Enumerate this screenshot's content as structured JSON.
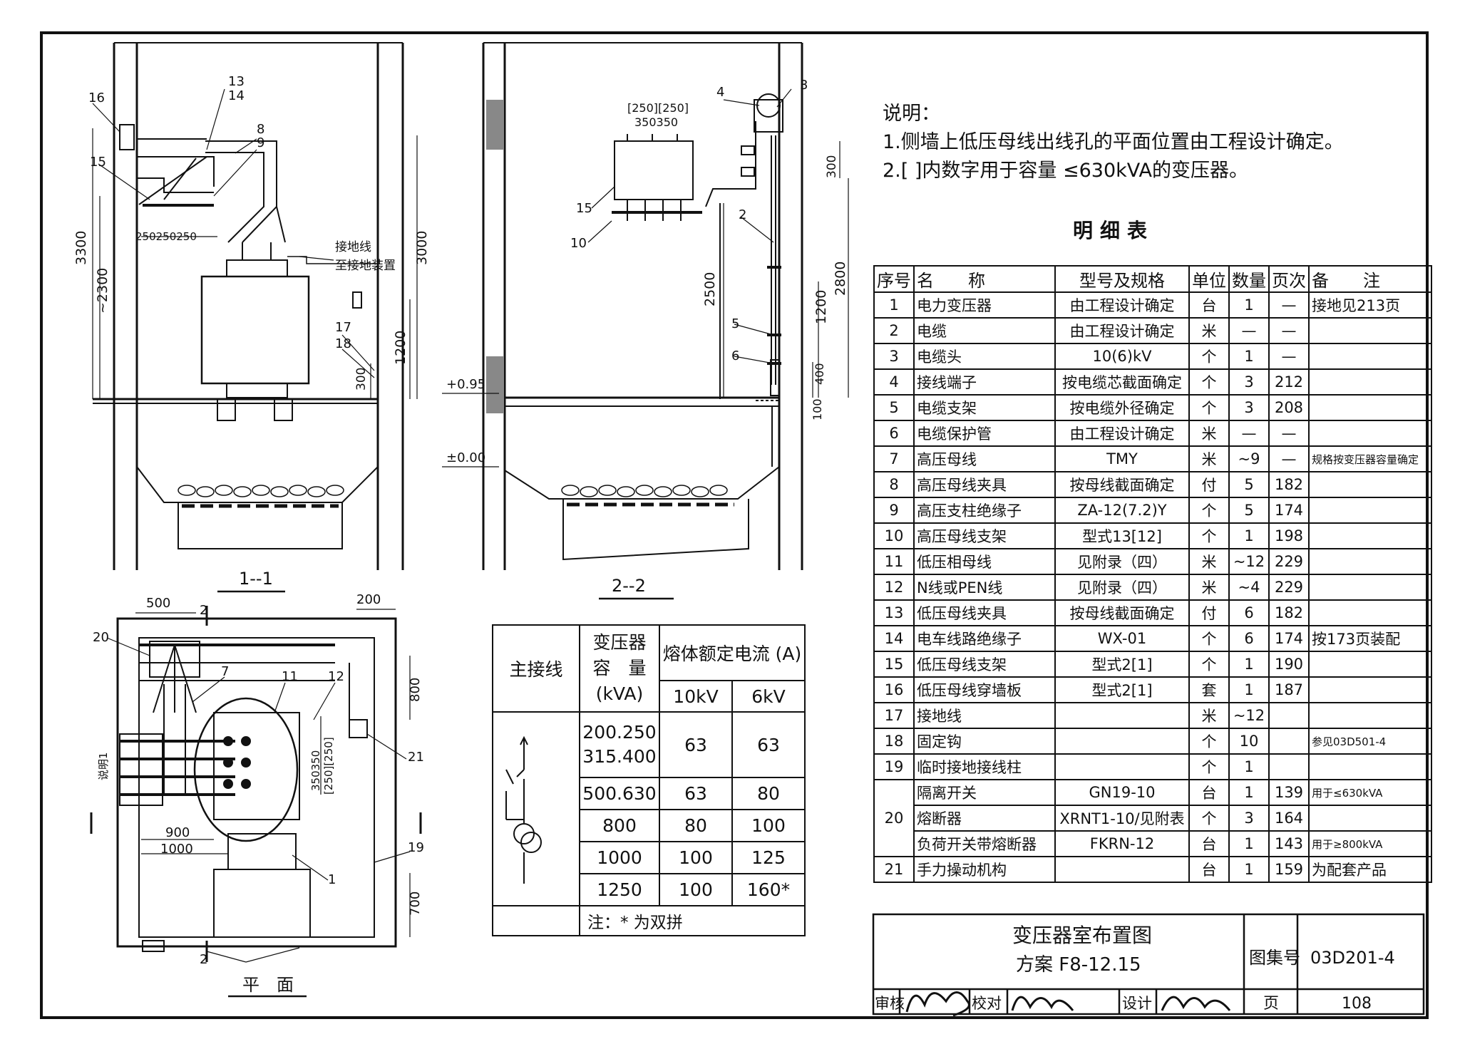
{
  "notes": {
    "heading": "说明：",
    "line1": "1.侧墙上低压母线出线孔的平面位置由工程设计确定。",
    "line2": "2.[ ]内数字用于容量 ≤630kVA的变压器。"
  },
  "bom": {
    "title": "明细表",
    "headers": [
      "序号",
      "名　　称",
      "型号及规格",
      "单位",
      "数量",
      "页次",
      "备　　注"
    ],
    "rows": [
      {
        "no": "1",
        "name": "电力变压器",
        "spec": "由工程设计确定",
        "unit": "台",
        "qty": "1",
        "page": "—",
        "note": "接地见213页"
      },
      {
        "no": "2",
        "name": "电缆",
        "spec": "由工程设计确定",
        "unit": "米",
        "qty": "—",
        "page": "—",
        "note": ""
      },
      {
        "no": "3",
        "name": "电缆头",
        "spec": "10(6)kV",
        "unit": "个",
        "qty": "1",
        "page": "—",
        "note": ""
      },
      {
        "no": "4",
        "name": "接线端子",
        "spec": "按电缆芯截面确定",
        "unit": "个",
        "qty": "3",
        "page": "212",
        "note": ""
      },
      {
        "no": "5",
        "name": "电缆支架",
        "spec": "按电缆外径确定",
        "unit": "个",
        "qty": "3",
        "page": "208",
        "note": ""
      },
      {
        "no": "6",
        "name": "电缆保护管",
        "spec": "由工程设计确定",
        "unit": "米",
        "qty": "—",
        "page": "—",
        "note": ""
      },
      {
        "no": "7",
        "name": "高压母线",
        "spec": "TMY",
        "unit": "米",
        "qty": "~9",
        "page": "—",
        "note": "规格按变压器容量确定"
      },
      {
        "no": "8",
        "name": "高压母线夹具",
        "spec": "按母线截面确定",
        "unit": "付",
        "qty": "5",
        "page": "182",
        "note": ""
      },
      {
        "no": "9",
        "name": "高压支柱绝缘子",
        "spec": "ZA-12(7.2)Y",
        "unit": "个",
        "qty": "5",
        "page": "174",
        "note": ""
      },
      {
        "no": "10",
        "name": "高压母线支架",
        "spec": "型式13[12]",
        "unit": "个",
        "qty": "1",
        "page": "198",
        "note": ""
      },
      {
        "no": "11",
        "name": "低压相母线",
        "spec": "见附录（四）",
        "unit": "米",
        "qty": "~12",
        "page": "229",
        "note": ""
      },
      {
        "no": "12",
        "name": "N线或PEN线",
        "spec": "见附录（四）",
        "unit": "米",
        "qty": "~4",
        "page": "229",
        "note": ""
      },
      {
        "no": "13",
        "name": "低压母线夹具",
        "spec": "按母线截面确定",
        "unit": "付",
        "qty": "6",
        "page": "182",
        "note": ""
      },
      {
        "no": "14",
        "name": "电车线路绝缘子",
        "spec": "WX-01",
        "unit": "个",
        "qty": "6",
        "page": "174",
        "note": "按173页装配"
      },
      {
        "no": "15",
        "name": "低压母线支架",
        "spec": "型式2[1]",
        "unit": "个",
        "qty": "1",
        "page": "190",
        "note": ""
      },
      {
        "no": "16",
        "name": "低压母线穿墙板",
        "spec": "型式2[1]",
        "unit": "套",
        "qty": "1",
        "page": "187",
        "note": ""
      },
      {
        "no": "17",
        "name": "接地线",
        "spec": "",
        "unit": "米",
        "qty": "~12",
        "page": "",
        "note": ""
      },
      {
        "no": "18",
        "name": "固定钩",
        "spec": "",
        "unit": "个",
        "qty": "10",
        "page": "",
        "note": "参见03D501-4"
      },
      {
        "no": "19",
        "name": "临时接地接线柱",
        "spec": "",
        "unit": "个",
        "qty": "1",
        "page": "",
        "note": ""
      },
      {
        "no": "20",
        "name": "隔离开关",
        "spec": "GN19-10",
        "unit": "台",
        "qty": "1",
        "page": "139",
        "note": "用于≤630kVA"
      },
      {
        "no": "",
        "name": "熔断器",
        "spec": "XRNT1-10/见附表",
        "unit": "个",
        "qty": "3",
        "page": "164",
        "note": ""
      },
      {
        "no": "",
        "name": "负荷开关带熔断器",
        "spec": "FKRN-12",
        "unit": "台",
        "qty": "1",
        "page": "143",
        "note": "用于≥800kVA"
      },
      {
        "no": "21",
        "name": "手力操动机构",
        "spec": "",
        "unit": "台",
        "qty": "1",
        "page": "159",
        "note": "为配套产品"
      }
    ]
  },
  "fuse_table": {
    "col_main": "主接线",
    "col_cap": [
      "变压器",
      "容　量",
      "(kVA)"
    ],
    "col_current": "熔体额定电流 (A)",
    "col_10kv": "10kV",
    "col_6kv": "6kV",
    "rows": [
      {
        "cap": "200.250 315.400",
        "kv10": "63",
        "kv6": "63"
      },
      {
        "cap": "500.630",
        "kv10": "63",
        "kv6": "80"
      },
      {
        "cap": "800",
        "kv10": "80",
        "kv6": "100"
      },
      {
        "cap": "1000",
        "kv10": "100",
        "kv6": "125"
      },
      {
        "cap": "1250",
        "kv10": "100",
        "kv6": "160*"
      }
    ],
    "footnote": "注：* 为双拼"
  },
  "titleblock": {
    "title": "变压器室布置图",
    "subtitle": "方案 F8-12.15",
    "atlas_label": "图集号",
    "atlas_no": "03D201-4",
    "page_label": "页",
    "page_no": "108",
    "review": "审核",
    "check": "校对",
    "design": "设计"
  },
  "views": {
    "section1": "1--1",
    "section2": "2--2",
    "plan": "平　面"
  },
  "drawing_labels": {
    "ground_wire": "接地线",
    "to_ground": "至接地装置",
    "elev_095": "+0.95",
    "elev_000": "±0.00",
    "note1": "说明1",
    "dims": [
      "3300",
      "~2300",
      "3000",
      "1200",
      "300",
      "250",
      "250",
      "250",
      "2500",
      "2800",
      "400",
      "100",
      "300",
      "1200",
      "[250][250]",
      "350350",
      "500",
      "200",
      "800",
      "350350",
      "[250][250]",
      "900",
      "1000",
      "700",
      "2",
      "2"
    ],
    "callouts": [
      "16",
      "13",
      "14",
      "8",
      "9",
      "15",
      "17",
      "18",
      "4",
      "3",
      "2",
      "5",
      "6",
      "10",
      "15",
      "20",
      "7",
      "11",
      "12",
      "21",
      "19",
      "1"
    ]
  }
}
